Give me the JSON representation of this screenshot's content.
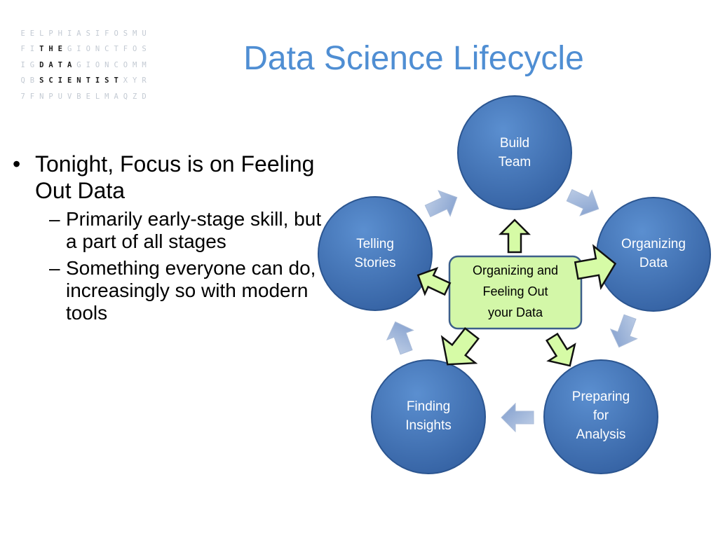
{
  "logo": {
    "rows": [
      "EELPHIASIFOSMU",
      "FITHEGIONCTFOS",
      "IGDATAGIONCOMM",
      "QBSCIENTISTXYR",
      "7FNPUVBELMAQZD"
    ],
    "highlight_words": [
      "THE",
      "DATA",
      "SCIENTIST"
    ]
  },
  "title": "Data Science Lifecycle",
  "bullets": [
    {
      "text": "Tonight, Focus is on Feeling Out Data",
      "subs": [
        "Primarily early-stage skill, but a part of all stages",
        "Something everyone can do, increasingly so with modern tools"
      ]
    }
  ],
  "diagram": {
    "nodes": [
      {
        "label_lines": [
          "Build",
          "Team"
        ]
      },
      {
        "label_lines": [
          "Organizing",
          "Data"
        ]
      },
      {
        "label_lines": [
          "Preparing",
          "for",
          "Analysis"
        ]
      },
      {
        "label_lines": [
          "Finding",
          "Insights"
        ]
      },
      {
        "label_lines": [
          "Telling",
          "Stories"
        ]
      }
    ],
    "center_lines": [
      "Organizing and",
      "Feeling Out",
      "your Data"
    ],
    "colors": {
      "node_fill": "#3f74b8",
      "node_stroke": "#2b5590",
      "center_fill": "#d3f7a8",
      "center_stroke": "#3c5f8a",
      "green_arrow_fill": "#d6fba6",
      "cycle_arrow_fill": "#9db3d6",
      "title": "#4f8ed3"
    }
  }
}
